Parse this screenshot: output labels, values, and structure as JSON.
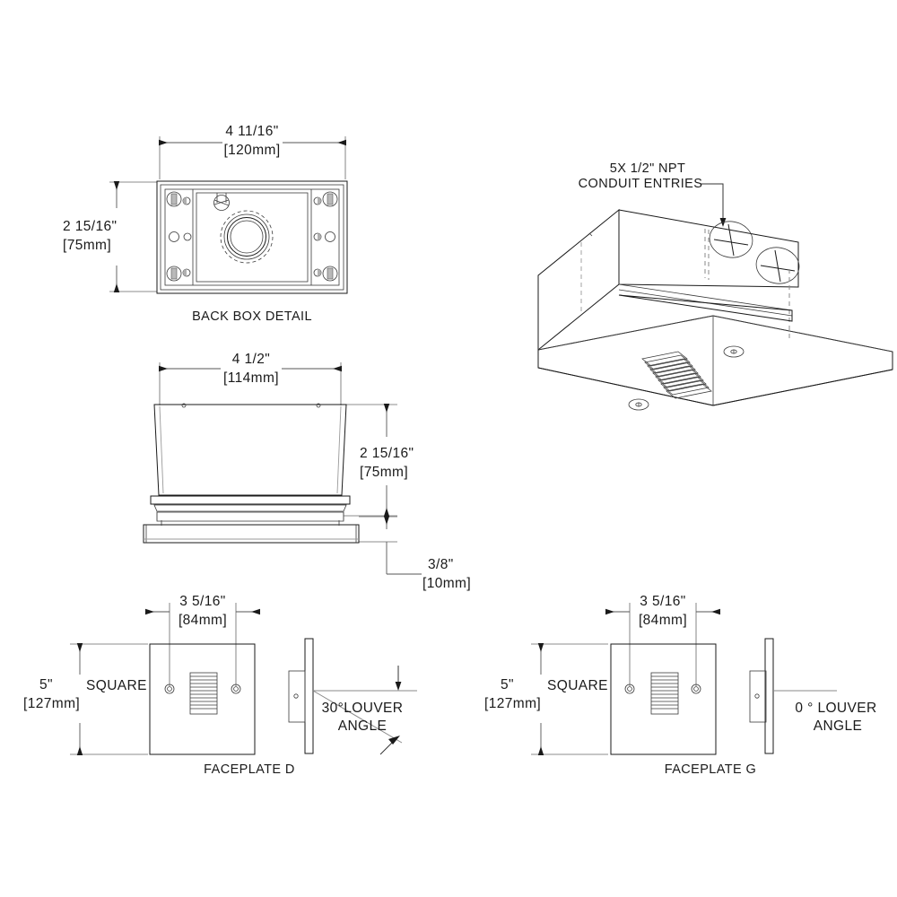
{
  "drawing": {
    "title": "Recessed Step Light Assembly Dimensional Drawing",
    "background_color": "#ffffff",
    "line_color": "#1a1a1a",
    "dim_line_color": "#555555"
  },
  "views": {
    "back_box": {
      "caption": "BACK BOX DETAIL",
      "width_dim": {
        "imperial": "4 11/16\"",
        "metric": "[120mm]"
      },
      "height_dim": {
        "imperial": "2 15/16\"",
        "metric": "[75mm]"
      }
    },
    "side_section": {
      "width_dim": {
        "imperial": "4 1/2\"",
        "metric": "[114mm]"
      },
      "height_dim": {
        "imperial": "2 15/16\"",
        "metric": "[75mm]"
      },
      "flange_dim": {
        "imperial": "3/8\"",
        "metric": "[10mm]"
      }
    },
    "isometric": {
      "note_line_1": "5X 1/2\" NPT",
      "note_line_2": "CONDUIT ENTRIES"
    },
    "faceplate_d": {
      "caption": "FACEPLATE D",
      "width_dim": {
        "imperial": "3 5/16\"",
        "metric": "[84mm]"
      },
      "height_dim": {
        "imperial": "5\"",
        "metric": "[127mm]"
      },
      "square_label": "SQUARE",
      "louver_line_1": "30°LOUVER",
      "louver_line_2": "ANGLE"
    },
    "faceplate_g": {
      "caption": "FACEPLATE G",
      "width_dim": {
        "imperial": "3 5/16\"",
        "metric": "[84mm]"
      },
      "height_dim": {
        "imperial": "5\"",
        "metric": "[127mm]"
      },
      "square_label": "SQUARE",
      "louver_line_1": "0 ° LOUVER",
      "louver_line_2": "ANGLE"
    }
  }
}
